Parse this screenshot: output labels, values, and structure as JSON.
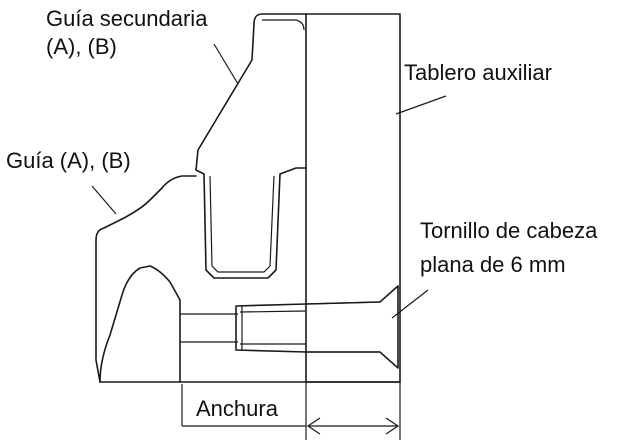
{
  "labels": {
    "secondary_guide_line1": "Guía secundaria",
    "secondary_guide_line2": "(A), (B)",
    "auxiliary_board": "Tablero auxiliar",
    "guide": "Guía (A), (B)",
    "screw_line1": "Tornillo de cabeza",
    "screw_line2": "plana de 6 mm",
    "width": "Anchura"
  },
  "colors": {
    "line": "#1a1a1a",
    "text": "#111111",
    "background": "#ffffff"
  }
}
